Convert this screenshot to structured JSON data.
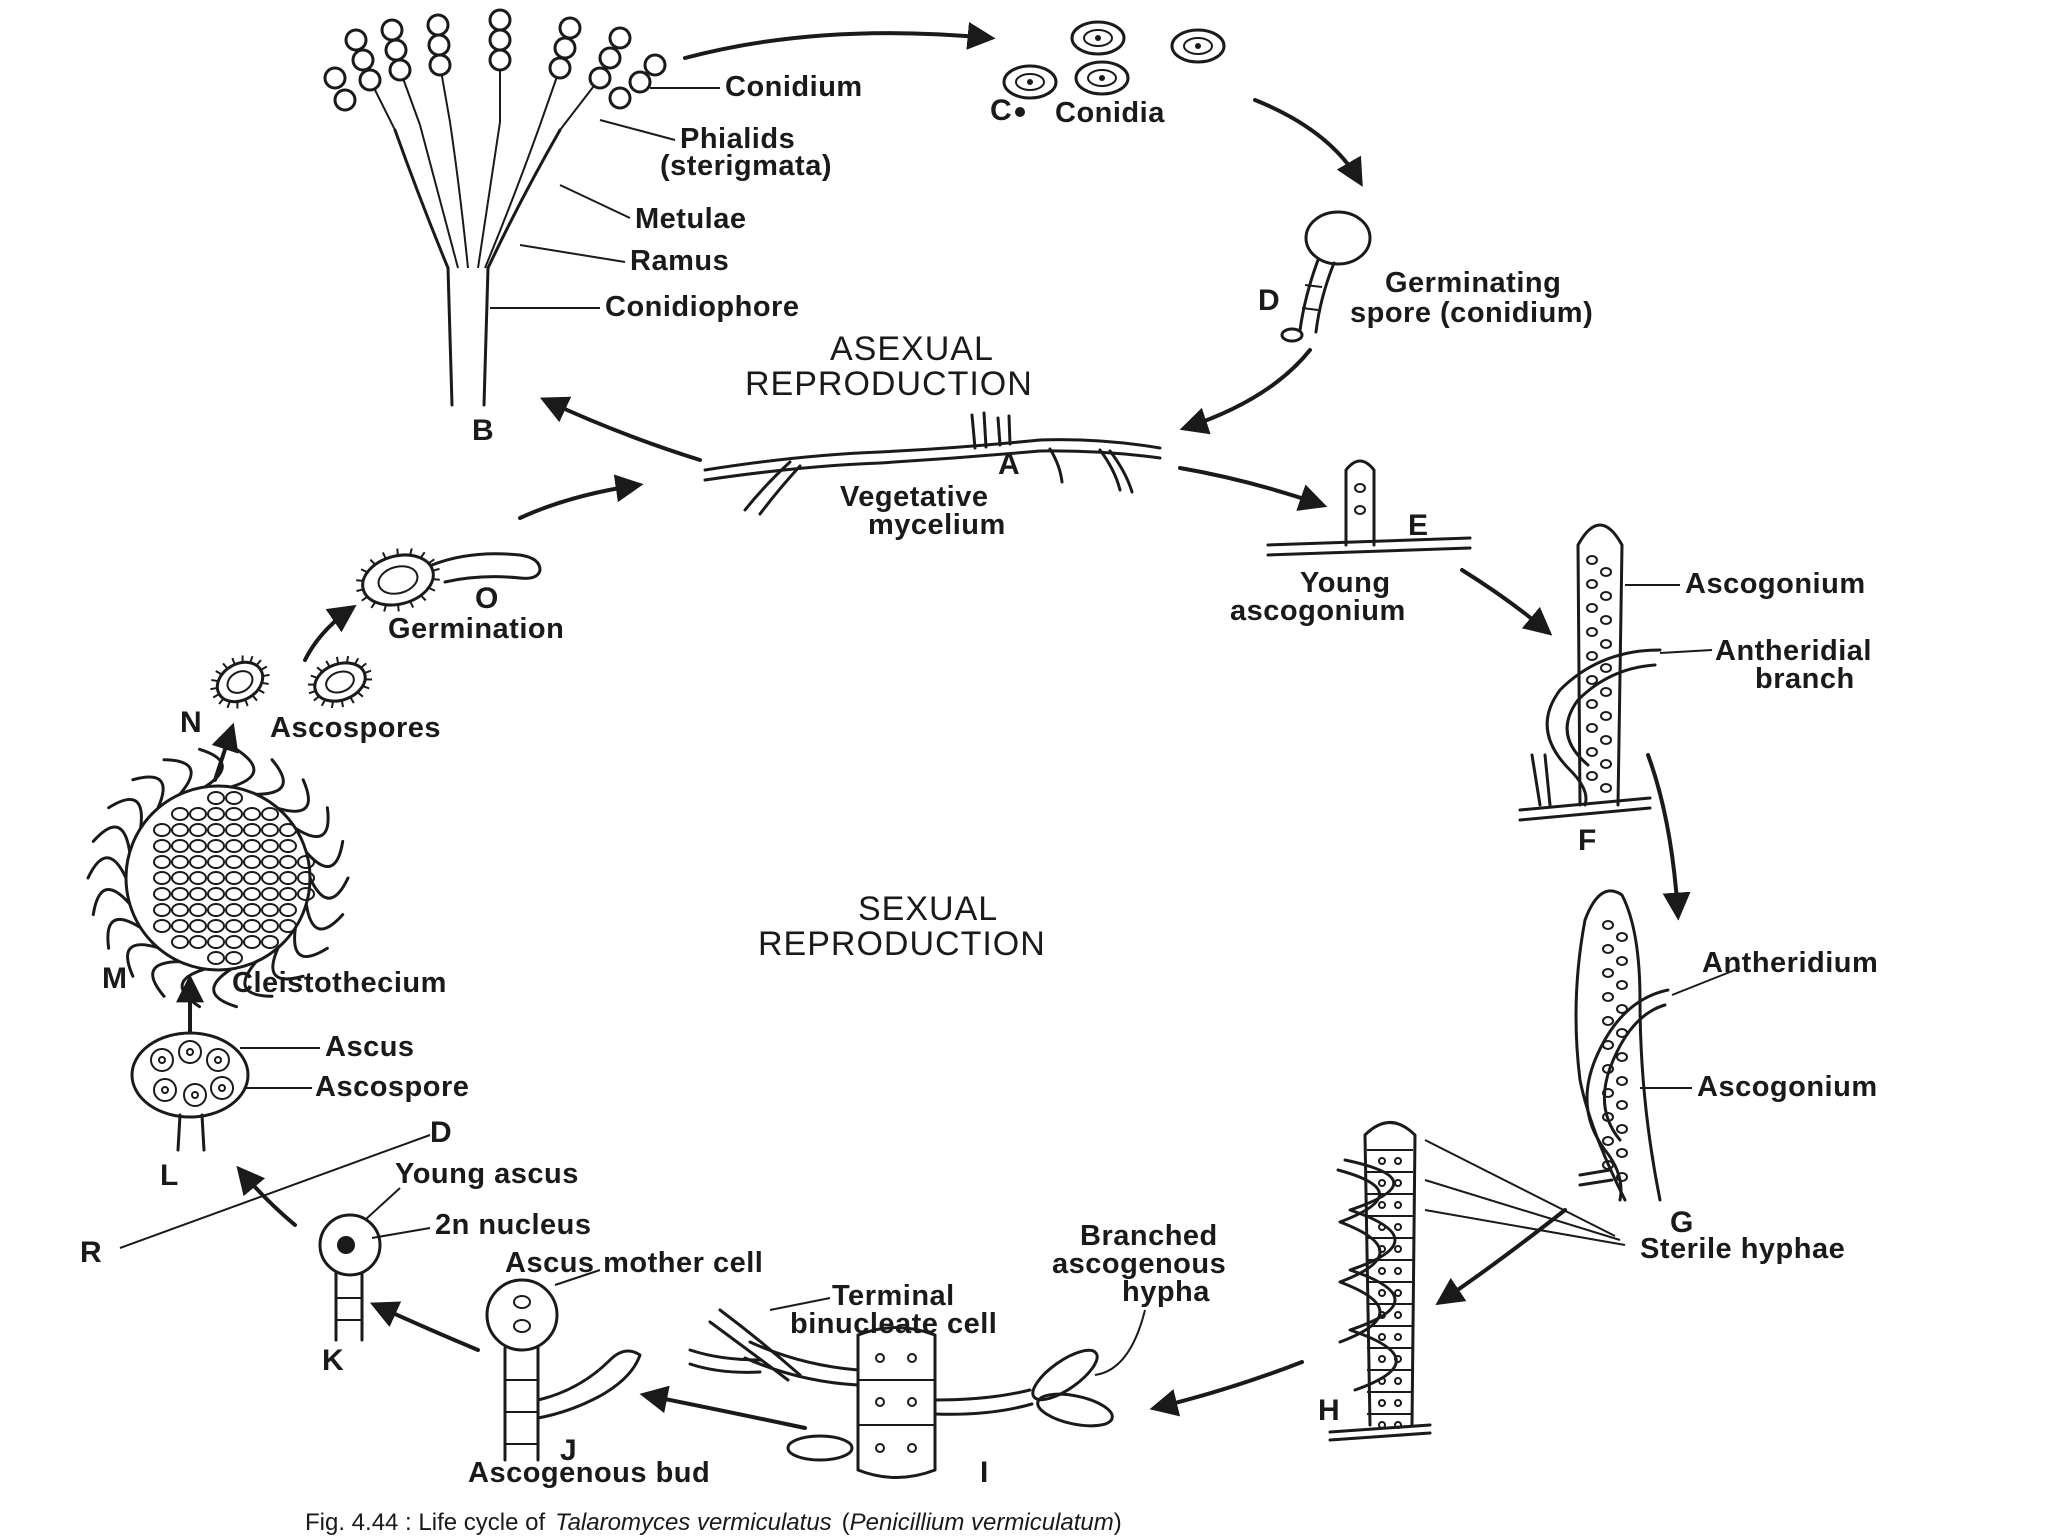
{
  "phases": {
    "asexual": [
      "ASEXUAL",
      "REPRODUCTION"
    ],
    "sexual": [
      "SEXUAL",
      "REPRODUCTION"
    ]
  },
  "stages": {
    "A": {
      "letter": "A",
      "label": [
        "Vegetative",
        "mycelium"
      ]
    },
    "B": {
      "letter": "B",
      "parts": [
        "Conidium",
        "Phialids",
        "(sterigmata)",
        "Metulae",
        "Ramus",
        "Conidiophore"
      ]
    },
    "C": {
      "letter": "C",
      "label": "Conidia"
    },
    "D": {
      "letter": "D",
      "label": [
        "Germinating",
        "spore (conidium)"
      ]
    },
    "E": {
      "letter": "E",
      "label": [
        "Young",
        "ascogonium"
      ]
    },
    "F": {
      "letter": "F",
      "parts": [
        "Ascogonium",
        "Antheridial",
        "branch"
      ]
    },
    "G": {
      "letter": "G",
      "parts": [
        "Antheridium",
        "Ascogonium"
      ]
    },
    "H": {
      "letter": "H",
      "parts": [
        "Sterile hyphae"
      ]
    },
    "I": {
      "letter": "I",
      "parts": [
        "Terminal",
        "binucleate cell",
        "Branched",
        "ascogenous",
        "hypha"
      ]
    },
    "J": {
      "letter": "J",
      "parts": [
        "Ascus mother cell",
        "Ascogenous bud"
      ]
    },
    "K": {
      "letter": "K",
      "parts": [
        "Young ascus",
        "2n nucleus"
      ],
      "section_marks": [
        "D",
        "R"
      ]
    },
    "L": {
      "letter": "L",
      "parts": [
        "Ascus",
        "Ascospore"
      ]
    },
    "M": {
      "letter": "M",
      "label": "Cleistothecium"
    },
    "N": {
      "letter": "N",
      "label": "Ascospores"
    },
    "O": {
      "letter": "O",
      "label": "Germination"
    }
  },
  "caption": {
    "prefix": "Fig. 4.44 : Life cycle of",
    "species": "Talaromyces vermiculatus",
    "synonym_open": "(",
    "synonym": "Penicillium vermiculatum",
    "synonym_close": ")"
  }
}
